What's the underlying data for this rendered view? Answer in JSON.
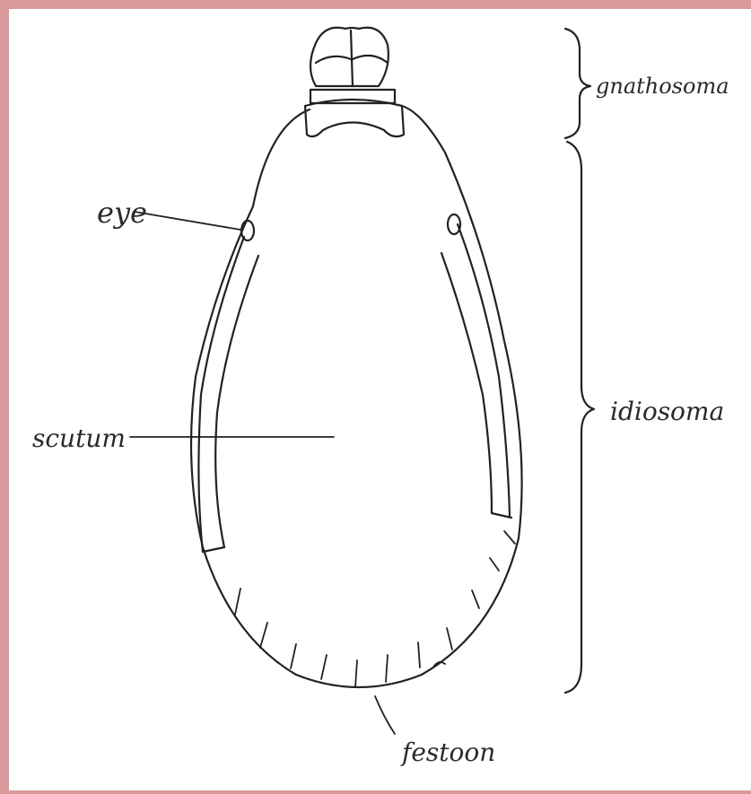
{
  "labels": {
    "gnathosoma": "gnathosoma",
    "idiosoma": "idiosoma",
    "eye": "eye",
    "scutum": "scutum",
    "festoon": "festoon"
  },
  "colors": {
    "border": "#d8999b",
    "background": "#ffffff",
    "ink": "#222222"
  }
}
